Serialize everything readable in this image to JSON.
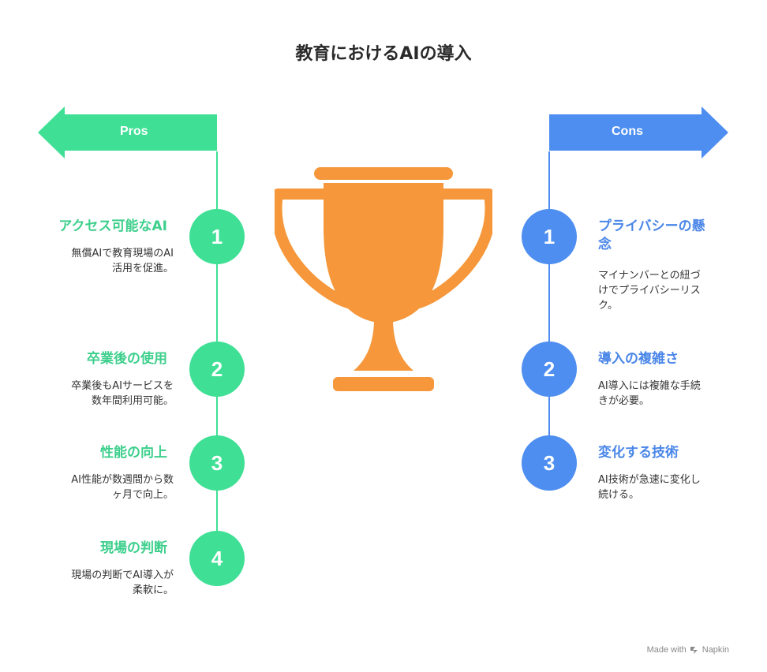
{
  "title": "教育におけるAIの導入",
  "colors": {
    "pros": "#3fe095",
    "cons": "#4d8ef0",
    "trophy": "#f5973a"
  },
  "pros": {
    "label": "Pros",
    "items": [
      {
        "number": "1",
        "heading": "アクセス可能なAI",
        "desc": [
          "無償AIで教育現場のAI",
          "活用を促進。"
        ]
      },
      {
        "number": "2",
        "heading": "卒業後の使用",
        "desc": [
          "卒業後もAIサービスを",
          "数年間利用可能。"
        ]
      },
      {
        "number": "3",
        "heading": "性能の向上",
        "desc": [
          "AI性能が数週間から数",
          "ヶ月で向上。"
        ]
      },
      {
        "number": "4",
        "heading": "現場の判断",
        "desc": [
          "現場の判断でAI導入が",
          "柔軟に。"
        ]
      }
    ]
  },
  "cons": {
    "label": "Cons",
    "items": [
      {
        "number": "1",
        "heading": [
          "プライバシーの懸",
          "念"
        ],
        "desc": [
          "マイナンバーとの紐づ",
          "けでプライバシーリス",
          "ク。"
        ]
      },
      {
        "number": "2",
        "heading": [
          "導入の複雑さ"
        ],
        "desc": [
          "AI導入には複雑な手続",
          "きが必要。"
        ]
      },
      {
        "number": "3",
        "heading": [
          "変化する技術"
        ],
        "desc": [
          "AI技術が急速に変化し",
          "続ける。"
        ]
      }
    ]
  },
  "icons": {
    "center": "trophy-icon",
    "footer": "napkin-icon"
  },
  "footer": {
    "made_with": "Made with",
    "brand": "Napkin"
  }
}
